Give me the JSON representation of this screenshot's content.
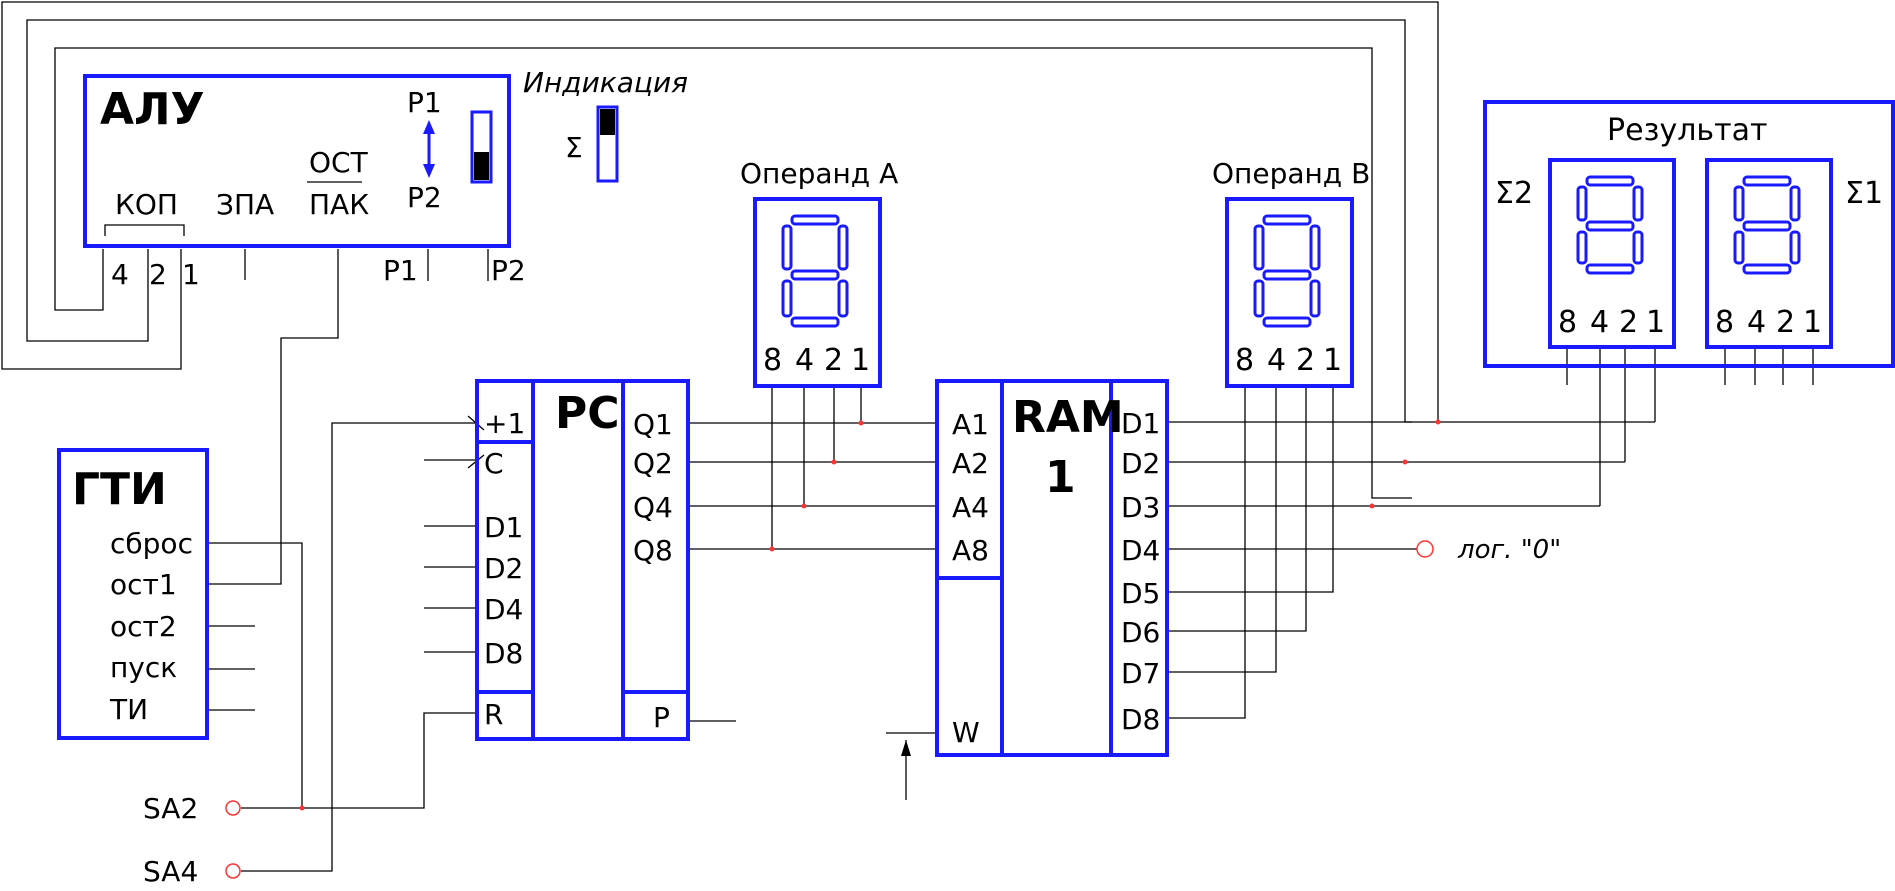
{
  "alu": {
    "title": "АЛУ",
    "kop": "КОП",
    "zpa": "ЗПА",
    "ost": "ОСТ",
    "pak": "ПАК",
    "p1": "P1",
    "p2": "P2",
    "bit4": "4",
    "bit2": "2",
    "bit1": "1",
    "pin_p1": "P1",
    "pin_p2": "P2"
  },
  "indication": {
    "title": "Индикация",
    "sigma": "Σ"
  },
  "operand_a": {
    "title": "Операнд А",
    "bits": [
      "8",
      "4",
      "2",
      "1"
    ]
  },
  "operand_b": {
    "title": "Операнд В",
    "bits": [
      "8",
      "4",
      "2",
      "1"
    ]
  },
  "result": {
    "title": "Результат",
    "sigma2": "Σ2",
    "sigma1": "Σ1",
    "bits_left": [
      "8",
      "4",
      "2",
      "1"
    ],
    "bits_right": [
      "8",
      "4",
      "2",
      "1"
    ]
  },
  "gti": {
    "title": "ГТИ",
    "pins": [
      "сброс",
      "ост1",
      "ост2",
      "пуск",
      "ТИ"
    ]
  },
  "counter": {
    "title": "PC",
    "inputs": [
      "+1",
      "C",
      "D1",
      "D2",
      "D4",
      "D8",
      "R"
    ],
    "outputs": [
      "Q1",
      "Q2",
      "Q4",
      "Q8",
      "P"
    ]
  },
  "ram": {
    "title_line1": "RAM",
    "title_line2": "1",
    "address": [
      "A1",
      "A2",
      "A4",
      "A8"
    ],
    "write": "W",
    "data": [
      "D1",
      "D2",
      "D3",
      "D4",
      "D5",
      "D6",
      "D7",
      "D8"
    ]
  },
  "inputs": {
    "sa2": "SA2",
    "sa4": "SA4",
    "logic_zero": "лог. \"0\""
  },
  "colors": {
    "component": "#1a1aff",
    "wire": "#000000",
    "junction": "#ff3333"
  }
}
